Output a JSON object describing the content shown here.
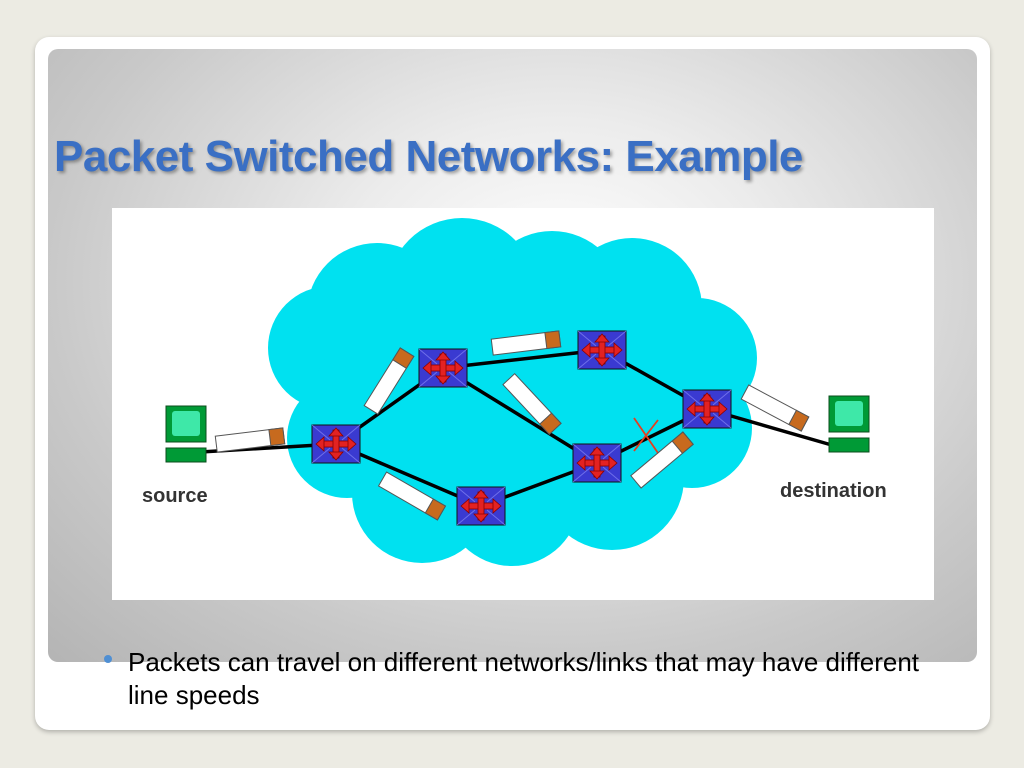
{
  "slide": {
    "title": "Packet Switched Networks: Example"
  },
  "diagram": {
    "source_label": "source",
    "destination_label": "destination",
    "colors": {
      "cloud": "#00e1f0",
      "router": "#3a3ad1",
      "router_arrow": "#e32222",
      "computer_screen": "#3ee8a8",
      "computer_base": "#009a36",
      "packet_body": "#ffffff",
      "packet_header": "#c76a1e",
      "broken_link": "#e43e1e"
    }
  },
  "bullets": [
    "Packets can travel on different networks/links that may have different line speeds"
  ]
}
